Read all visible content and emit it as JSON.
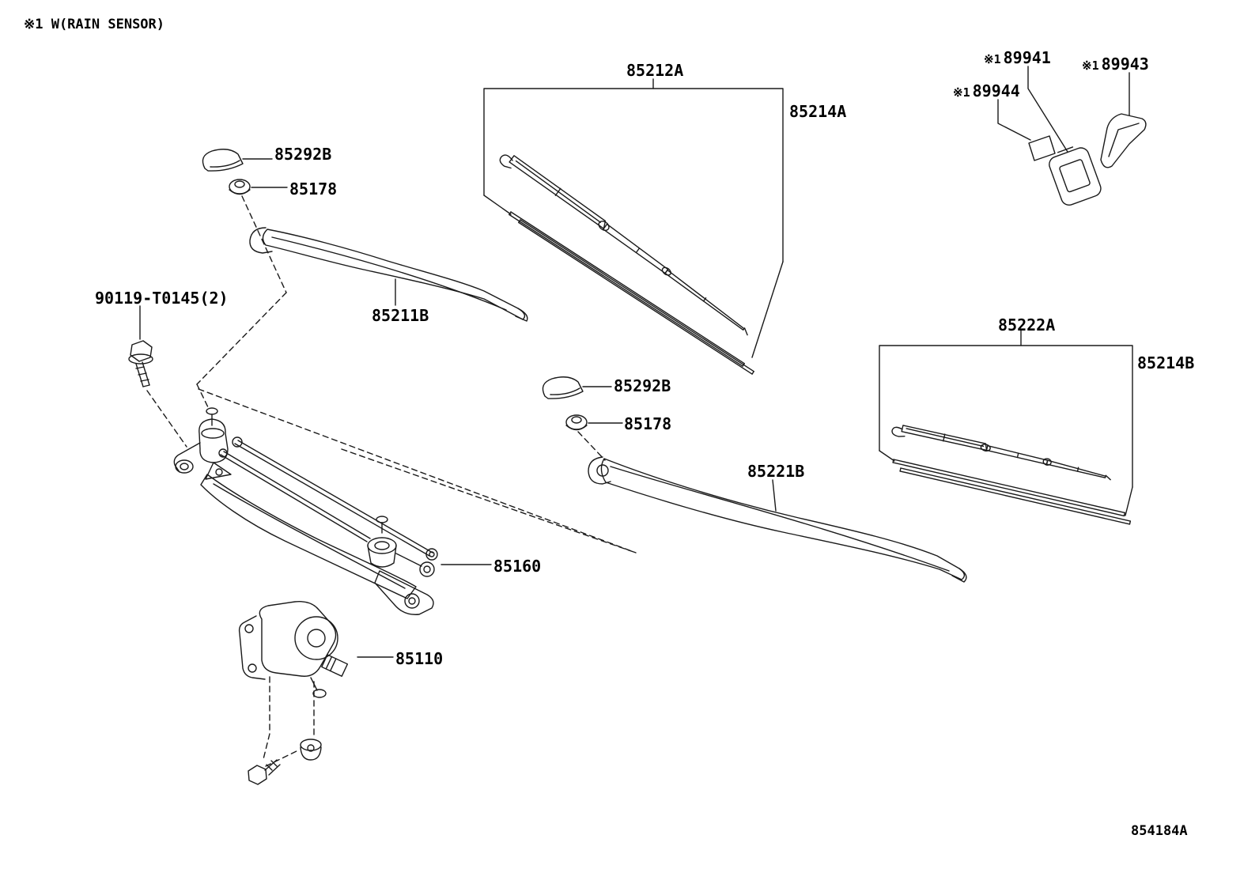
{
  "diagram": {
    "type": "parts-diagram",
    "subject": "windshield wiper",
    "background": "#ffffff",
    "line_color": "#1a1a1a"
  },
  "labels": [
    {
      "id": "rain-sensor-note",
      "text": "※1 W(RAIN SENSOR)"
    },
    {
      "id": "85212A",
      "text": "85212A"
    },
    {
      "id": "85214A",
      "text": "85214A"
    },
    {
      "id": "89941",
      "prefix": "※1",
      "text": "89941"
    },
    {
      "id": "89943",
      "prefix": "※1",
      "text": "89943"
    },
    {
      "id": "89944",
      "prefix": "※1",
      "text": "89944"
    },
    {
      "id": "85292B-left",
      "text": "85292B"
    },
    {
      "id": "85178-left",
      "text": "85178"
    },
    {
      "id": "85211B",
      "text": "85211B"
    },
    {
      "id": "90119-T0145",
      "text": "90119-T0145(2)"
    },
    {
      "id": "85292B-right",
      "text": "85292B"
    },
    {
      "id": "85178-right",
      "text": "85178"
    },
    {
      "id": "85222A",
      "text": "85222A"
    },
    {
      "id": "85214B",
      "text": "85214B"
    },
    {
      "id": "85221B",
      "text": "85221B"
    },
    {
      "id": "85160",
      "text": "85160"
    },
    {
      "id": "85110",
      "text": "85110"
    },
    {
      "id": "854184A",
      "text": "854184A"
    }
  ]
}
